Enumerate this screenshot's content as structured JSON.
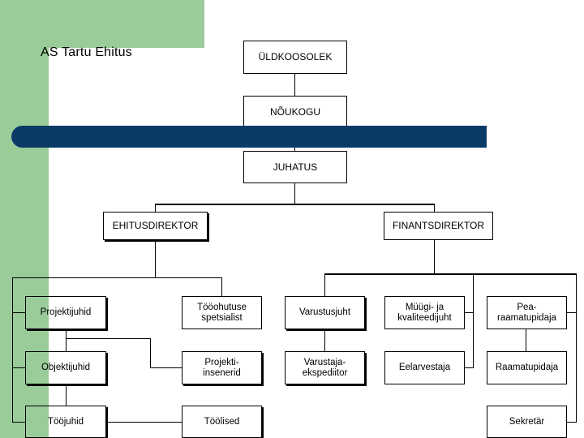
{
  "slide": {
    "title": "AS Tartu Ehitus",
    "accent_green": "#99cc99",
    "accent_navy": "#0a3a66",
    "line_color": "#000000",
    "background": "#ffffff"
  },
  "chart_data": {
    "type": "diagram",
    "title": "AS Tartu Ehitus",
    "diagram_kind": "organizational-chart",
    "nodes": [
      {
        "id": "uldkoosolek",
        "label": "ÜLDKOOSOLEK",
        "level": 0
      },
      {
        "id": "noukogu",
        "label": "NÕUKOGU",
        "level": 1
      },
      {
        "id": "juhatus",
        "label": "JUHATUS",
        "level": 2
      },
      {
        "id": "ehitusdirektor",
        "label": "EHITUSDIREKTOR",
        "level": 3
      },
      {
        "id": "finantsdirektor",
        "label": "FINANTSDIREKTOR",
        "level": 3
      },
      {
        "id": "projektijuhid",
        "label": "Projektijuhid",
        "level": 4
      },
      {
        "id": "objektijuhid",
        "label": "Objektijuhid",
        "level": 5
      },
      {
        "id": "toojuhid",
        "label": "Tööjuhid",
        "level": 6
      },
      {
        "id": "tooohutuse",
        "label": "Tööohutuse\nspetsialist",
        "level": 4
      },
      {
        "id": "projekti_ins",
        "label": "Projekti-\ninsenerid",
        "level": 5
      },
      {
        "id": "toolised",
        "label": "Töölised",
        "level": 6
      },
      {
        "id": "varustusjuht",
        "label": "Varustusjuht",
        "level": 4
      },
      {
        "id": "varustaja_eksp",
        "label": "Varustaja-\nekspediitor",
        "level": 5
      },
      {
        "id": "muugijuht",
        "label": "Müügi- ja\nkvaliteedijuht",
        "level": 4
      },
      {
        "id": "eelarvestaja",
        "label": "Eelarvestaja",
        "level": 5
      },
      {
        "id": "pearaamatupidaja",
        "label": "Pea-\nraamatupidaja",
        "level": 4
      },
      {
        "id": "raamatupidaja",
        "label": "Raamatupidaja",
        "level": 5
      },
      {
        "id": "sekretar",
        "label": "Sekretär",
        "level": 6
      }
    ],
    "edges": [
      {
        "from": "uldkoosolek",
        "to": "noukogu"
      },
      {
        "from": "noukogu",
        "to": "juhatus"
      },
      {
        "from": "juhatus",
        "to": "ehitusdirektor"
      },
      {
        "from": "juhatus",
        "to": "finantsdirektor"
      },
      {
        "from": "ehitusdirektor",
        "to": "projektijuhid"
      },
      {
        "from": "ehitusdirektor",
        "to": "objektijuhid"
      },
      {
        "from": "ehitusdirektor",
        "to": "toojuhid"
      },
      {
        "from": "ehitusdirektor",
        "to": "tooohutuse"
      },
      {
        "from": "projektijuhid",
        "to": "objektijuhid"
      },
      {
        "from": "projektijuhid",
        "to": "projekti_ins"
      },
      {
        "from": "objektijuhid",
        "to": "toojuhid"
      },
      {
        "from": "toojuhid",
        "to": "toolised"
      },
      {
        "from": "finantsdirektor",
        "to": "varustusjuht"
      },
      {
        "from": "finantsdirektor",
        "to": "muugijuht"
      },
      {
        "from": "finantsdirektor",
        "to": "pearaamatupidaja"
      },
      {
        "from": "varustusjuht",
        "to": "varustaja_eksp"
      },
      {
        "from": "muugijuht",
        "to": "eelarvestaja"
      },
      {
        "from": "pearaamatupidaja",
        "to": "raamatupidaja"
      },
      {
        "from": "pearaamatupidaja",
        "to": "sekretar"
      }
    ]
  }
}
